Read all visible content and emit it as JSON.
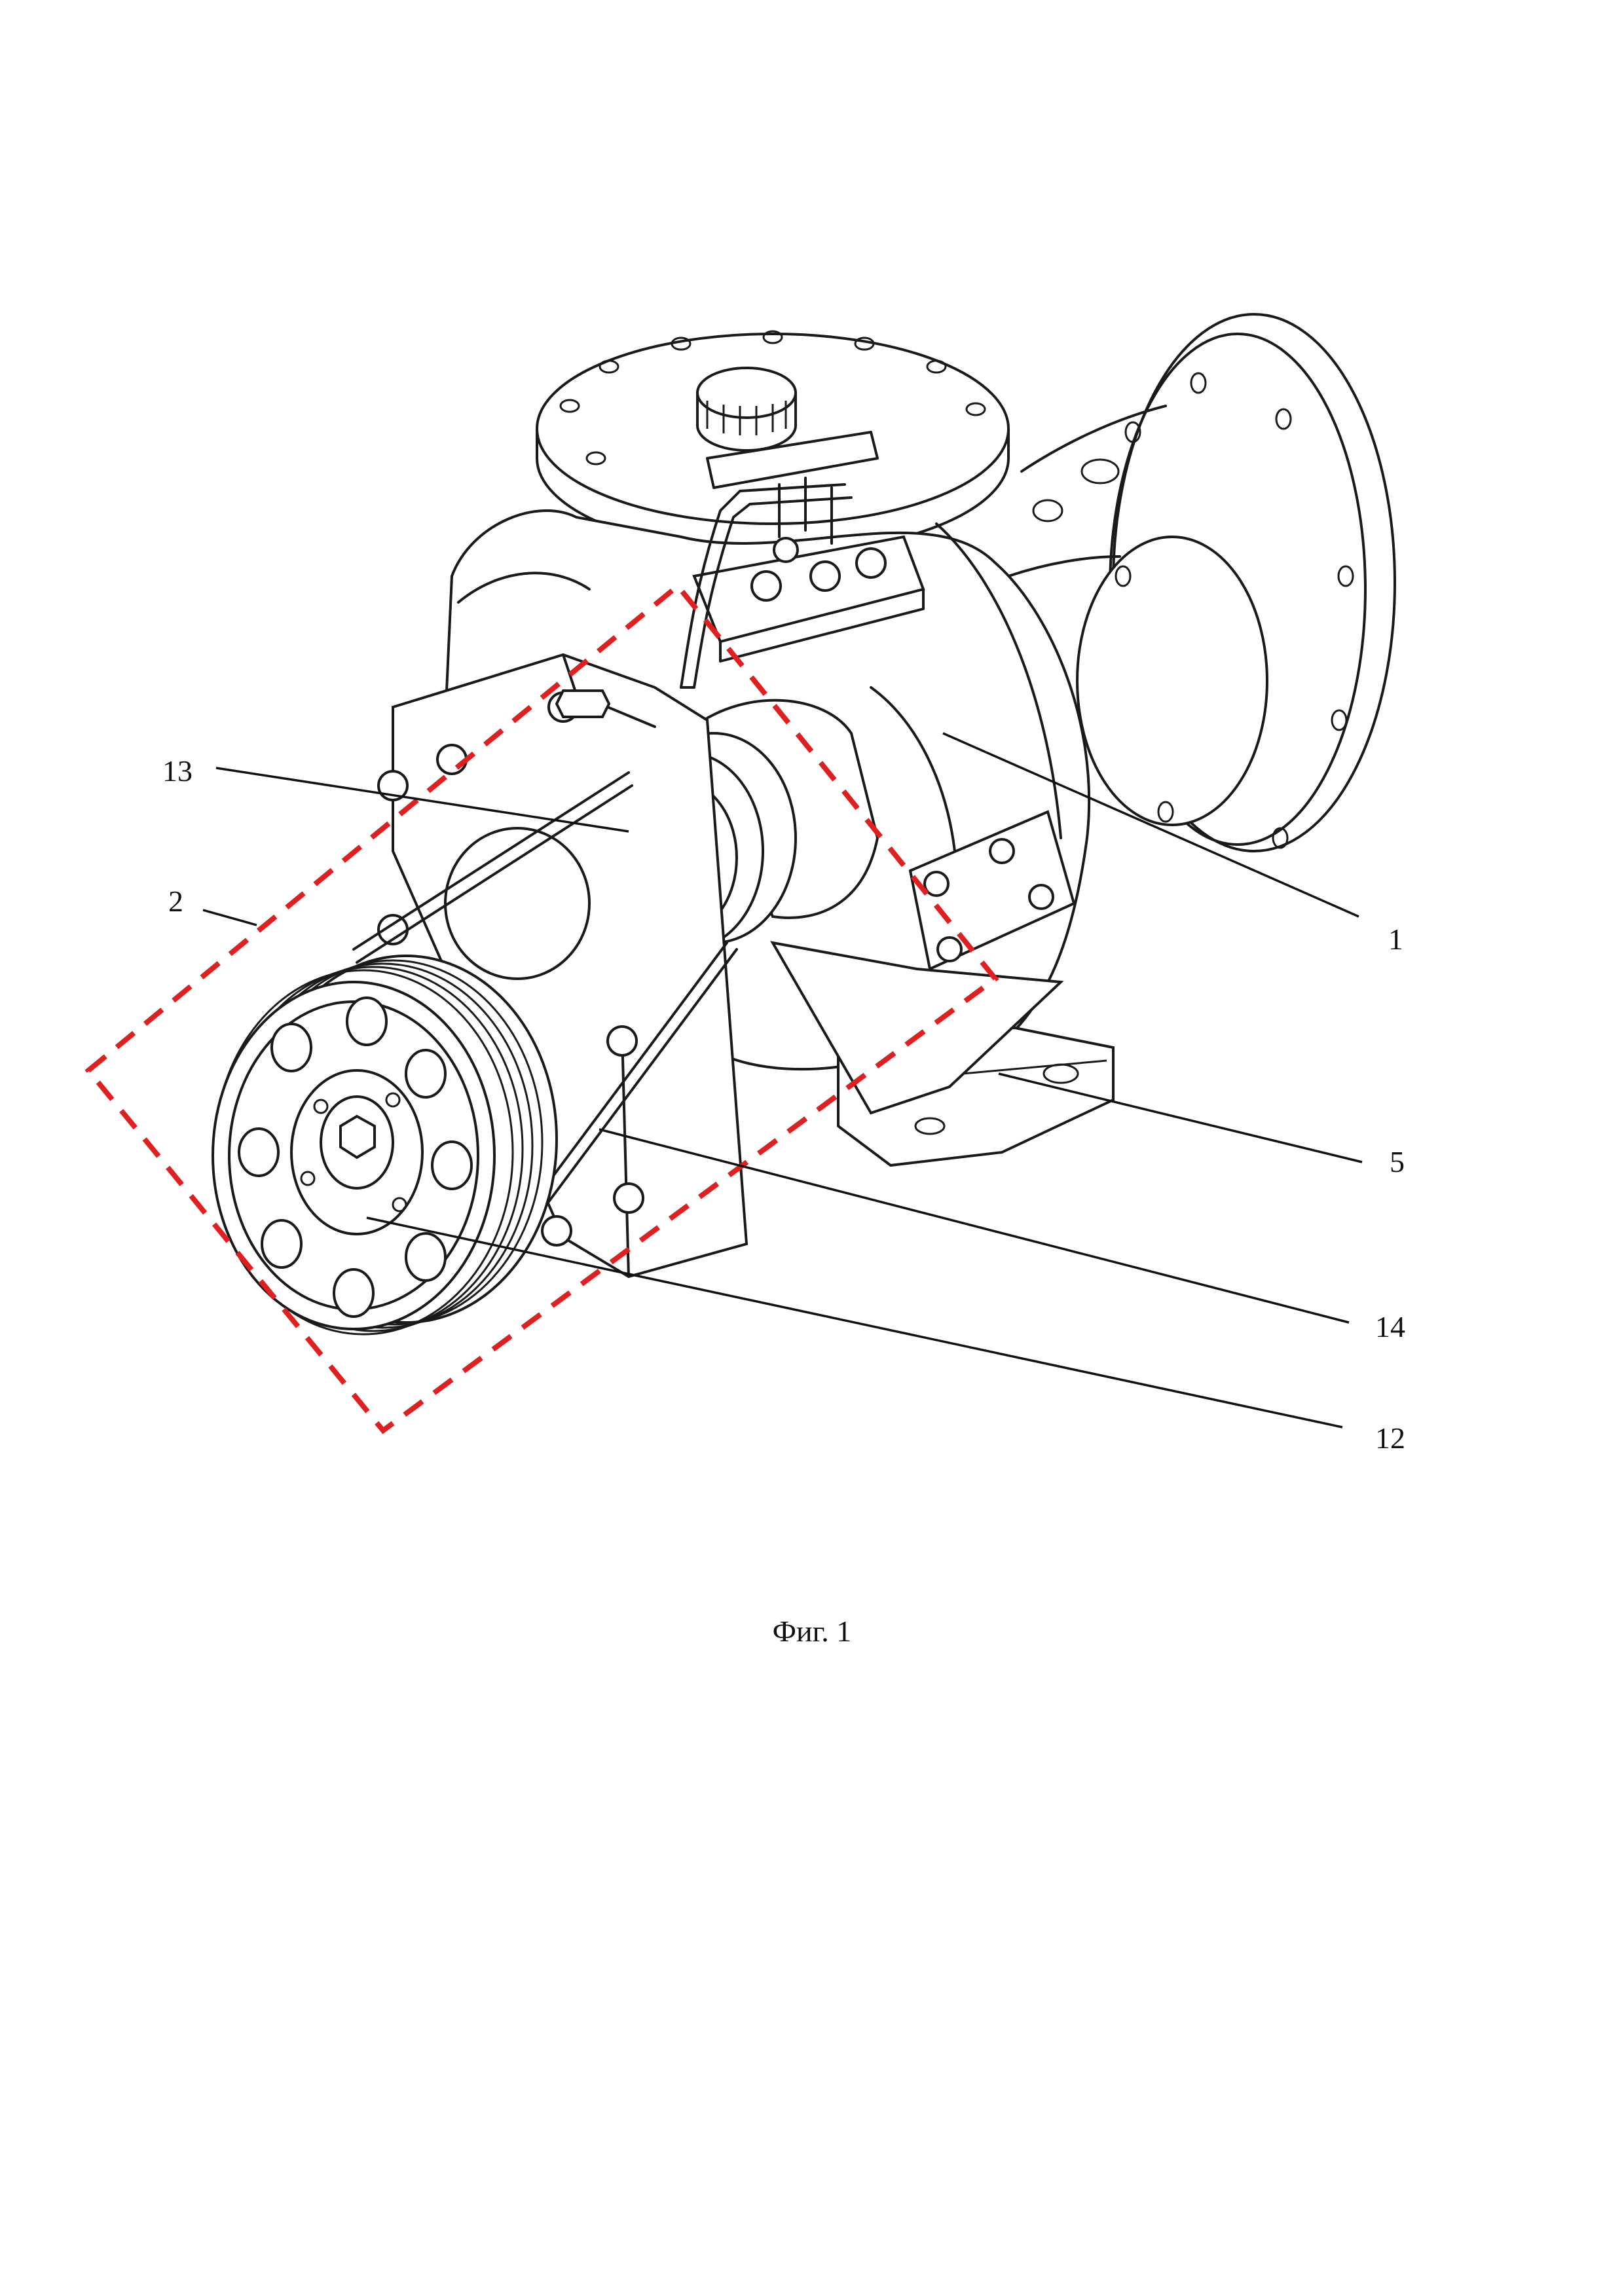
{
  "figure": {
    "caption": "Фиг. 1",
    "highlight_color": "#e02020",
    "line_color": "#1a1a1a"
  },
  "callouts": [
    {
      "id": "c13",
      "label": "13"
    },
    {
      "id": "c2",
      "label": "2"
    },
    {
      "id": "c1",
      "label": "1"
    },
    {
      "id": "c5",
      "label": "5"
    },
    {
      "id": "c14",
      "label": "14"
    },
    {
      "id": "c12",
      "label": "12"
    }
  ]
}
